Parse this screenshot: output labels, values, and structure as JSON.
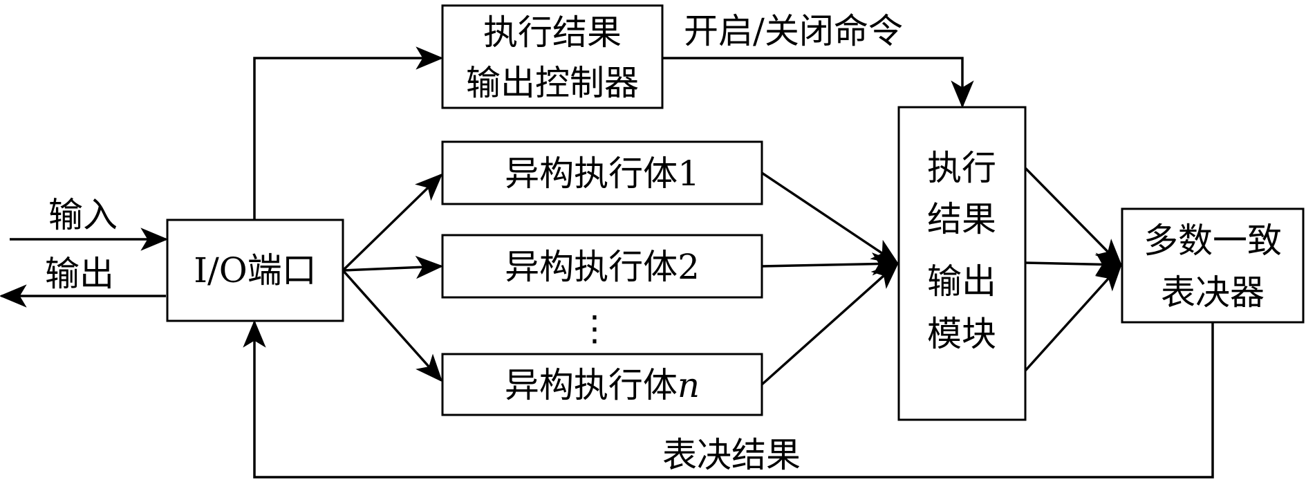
{
  "diagram": {
    "controller": {
      "line1": "执行结果",
      "line2": "输出控制器"
    },
    "command_label": "开启/关闭命令",
    "executor1": "异构执行体1",
    "executor2": "异构执行体2",
    "executorN": {
      "prefix": "异构执行体",
      "suffix": "n"
    },
    "ellipsis": "⋮",
    "io_port": "I/O端口",
    "input_label": "输入",
    "output_label": "输出",
    "output_module": {
      "line1": "执行",
      "line2": "结果",
      "line3": "输出",
      "line4": "模块"
    },
    "voter": {
      "line1": "多数一致",
      "line2": "表决器"
    },
    "vote_result_label": "表决结果",
    "colors": {
      "line": "#000000",
      "background": "#ffffff"
    }
  }
}
